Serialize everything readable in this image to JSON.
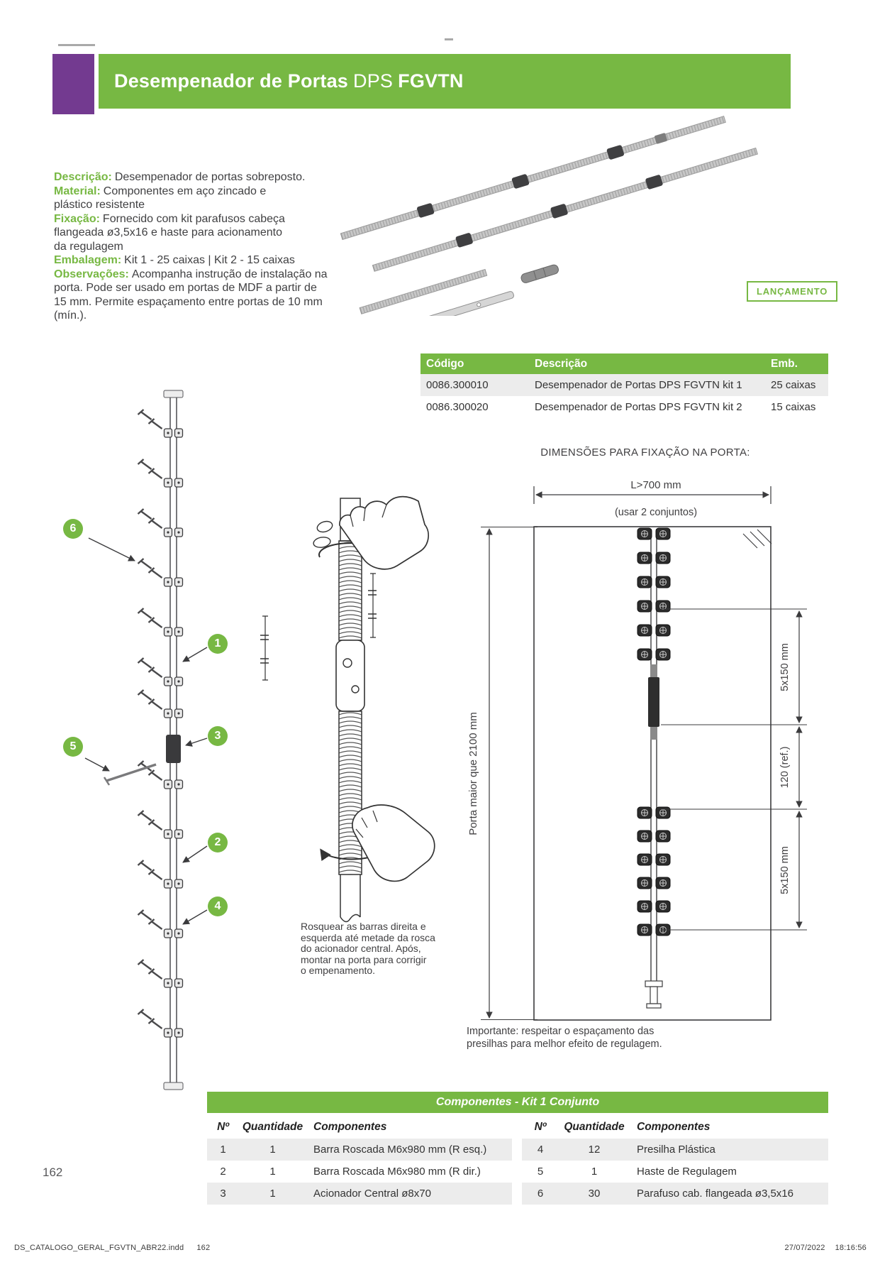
{
  "header": {
    "title": "Desempenador de Portas",
    "title_mid": "DPS",
    "title_end": "FGVTN"
  },
  "badge_label": "LANÇAMENTO",
  "description": {
    "items": [
      {
        "label": "Descrição:",
        "text": "Desempenador de portas sobreposto."
      },
      {
        "label": "Material:",
        "text": "Componentes em aço zincado e\nplástico resistente"
      },
      {
        "label": "Fixação:",
        "text": "Fornecido com kit parafusos cabeça\nflangeada ø3,5x16 e haste para acionamento\nda regulagem"
      },
      {
        "label": "Embalagem:",
        "text": "Kit 1 - 25 caixas | Kit 2 - 15 caixas"
      },
      {
        "label": "Observações:",
        "text": "Acompanha instrução de instalação na\nporta. Pode ser usado em portas de MDF a partir de\n15 mm. Permite espaçamento entre portas de 10 mm\n(mín.)."
      }
    ]
  },
  "codes_table": {
    "headers": [
      "Código",
      "Descrição",
      "Emb."
    ],
    "rows": [
      [
        "0086.300010",
        "Desempenador de Portas DPS FGVTN kit 1",
        "25 caixas"
      ],
      [
        "0086.300020",
        "Desempenador de Portas DPS FGVTN kit 2",
        "15 caixas"
      ]
    ]
  },
  "diagram": {
    "callouts": {
      "c1": "1",
      "c2": "2",
      "c3": "3",
      "c4": "4",
      "c5": "5",
      "c6": "6"
    },
    "instruction": "Rosquear as barras direita e\nesquerda até metade da rosca\ndo acionador central. Após,\nmontar na porta para corrigir\no empenamento.",
    "dimensions_title": "DIMENSÕES PARA FIXAÇÃO NA PORTA:",
    "width_label": "L>700 mm",
    "width_note": "(usar 2 conjuntos)",
    "height_label": "Porta maior que 2100 mm",
    "dim_segments": [
      "5x150 mm",
      "120 (ref.)",
      "5x150 mm"
    ],
    "important_note": "Importante: respeitar o espaçamento das\npresilhas para melhor efeito de regulagem."
  },
  "components_table": {
    "title": "Componentes - Kit 1 Conjunto",
    "headers": [
      "Nº",
      "Quantidade",
      "Componentes"
    ],
    "left_rows": [
      [
        "1",
        "1",
        "Barra Roscada  M6x980 mm (R esq.)"
      ],
      [
        "2",
        "1",
        "Barra Roscada  M6x980 mm (R dir.)"
      ],
      [
        "3",
        "1",
        "Acionador Central ø8x70"
      ]
    ],
    "right_rows": [
      [
        "4",
        "12",
        "Presilha Plástica"
      ],
      [
        "5",
        "1",
        "Haste de Regulagem"
      ],
      [
        "6",
        "30",
        "Parafuso cab. flangeada ø3,5x16"
      ]
    ]
  },
  "footer": {
    "page_number": "162",
    "file_name": "DS_CATALOGO_GERAL_FGVTN_ABR22.indd",
    "file_page": "162",
    "date": "27/07/2022",
    "time": "18:16:56"
  }
}
